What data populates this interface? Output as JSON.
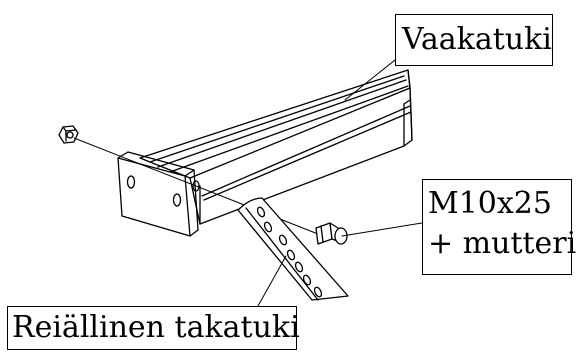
{
  "callouts": {
    "beam": "Vaakatuki",
    "bolt_line1": "M10x25",
    "bolt_line2": "+ mutteri",
    "bracket": "Reiällinen takatuki"
  },
  "colors": {
    "ink": "#000000",
    "paper": "#ffffff"
  }
}
